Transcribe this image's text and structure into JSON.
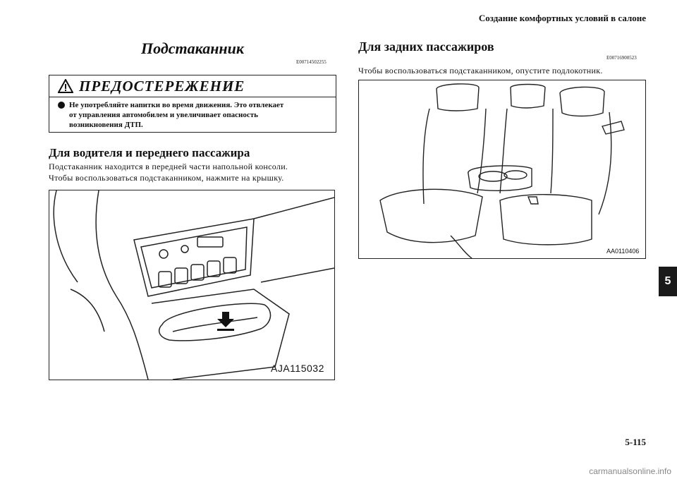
{
  "header": {
    "title": "Создание комфортных условий в салоне"
  },
  "page_number": "5-115",
  "chapter_tab": "5",
  "left": {
    "title": "Подстаканник",
    "code": "E00714502255",
    "warning": {
      "label": "ПРЕДОСТЕРЕЖЕНИЕ",
      "lines": [
        "Не употребляйте напитки во время движения. Это отвлекает",
        "от управления автомобилем и увеличивает опасность",
        "возникновения ДТП."
      ]
    },
    "subsection": {
      "title": "Для водителя и переднего пассажира",
      "lines": [
        "Подстаканник находится в передней части напольной консоли.",
        "Чтобы воспользоваться подстаканником, нажмите на крышку."
      ]
    },
    "figure_label": "AJA115032"
  },
  "right": {
    "title": "Для задних пассажиров",
    "code": "E00716900523",
    "lines": [
      "Чтобы воспользоваться подстаканником, опустите подлокотник."
    ],
    "figure_label": "AA0110406"
  },
  "watermark": "carmanualsonline.info",
  "icons": {
    "warning": "warning-triangle-icon",
    "arrow": "arrow-down-icon"
  }
}
